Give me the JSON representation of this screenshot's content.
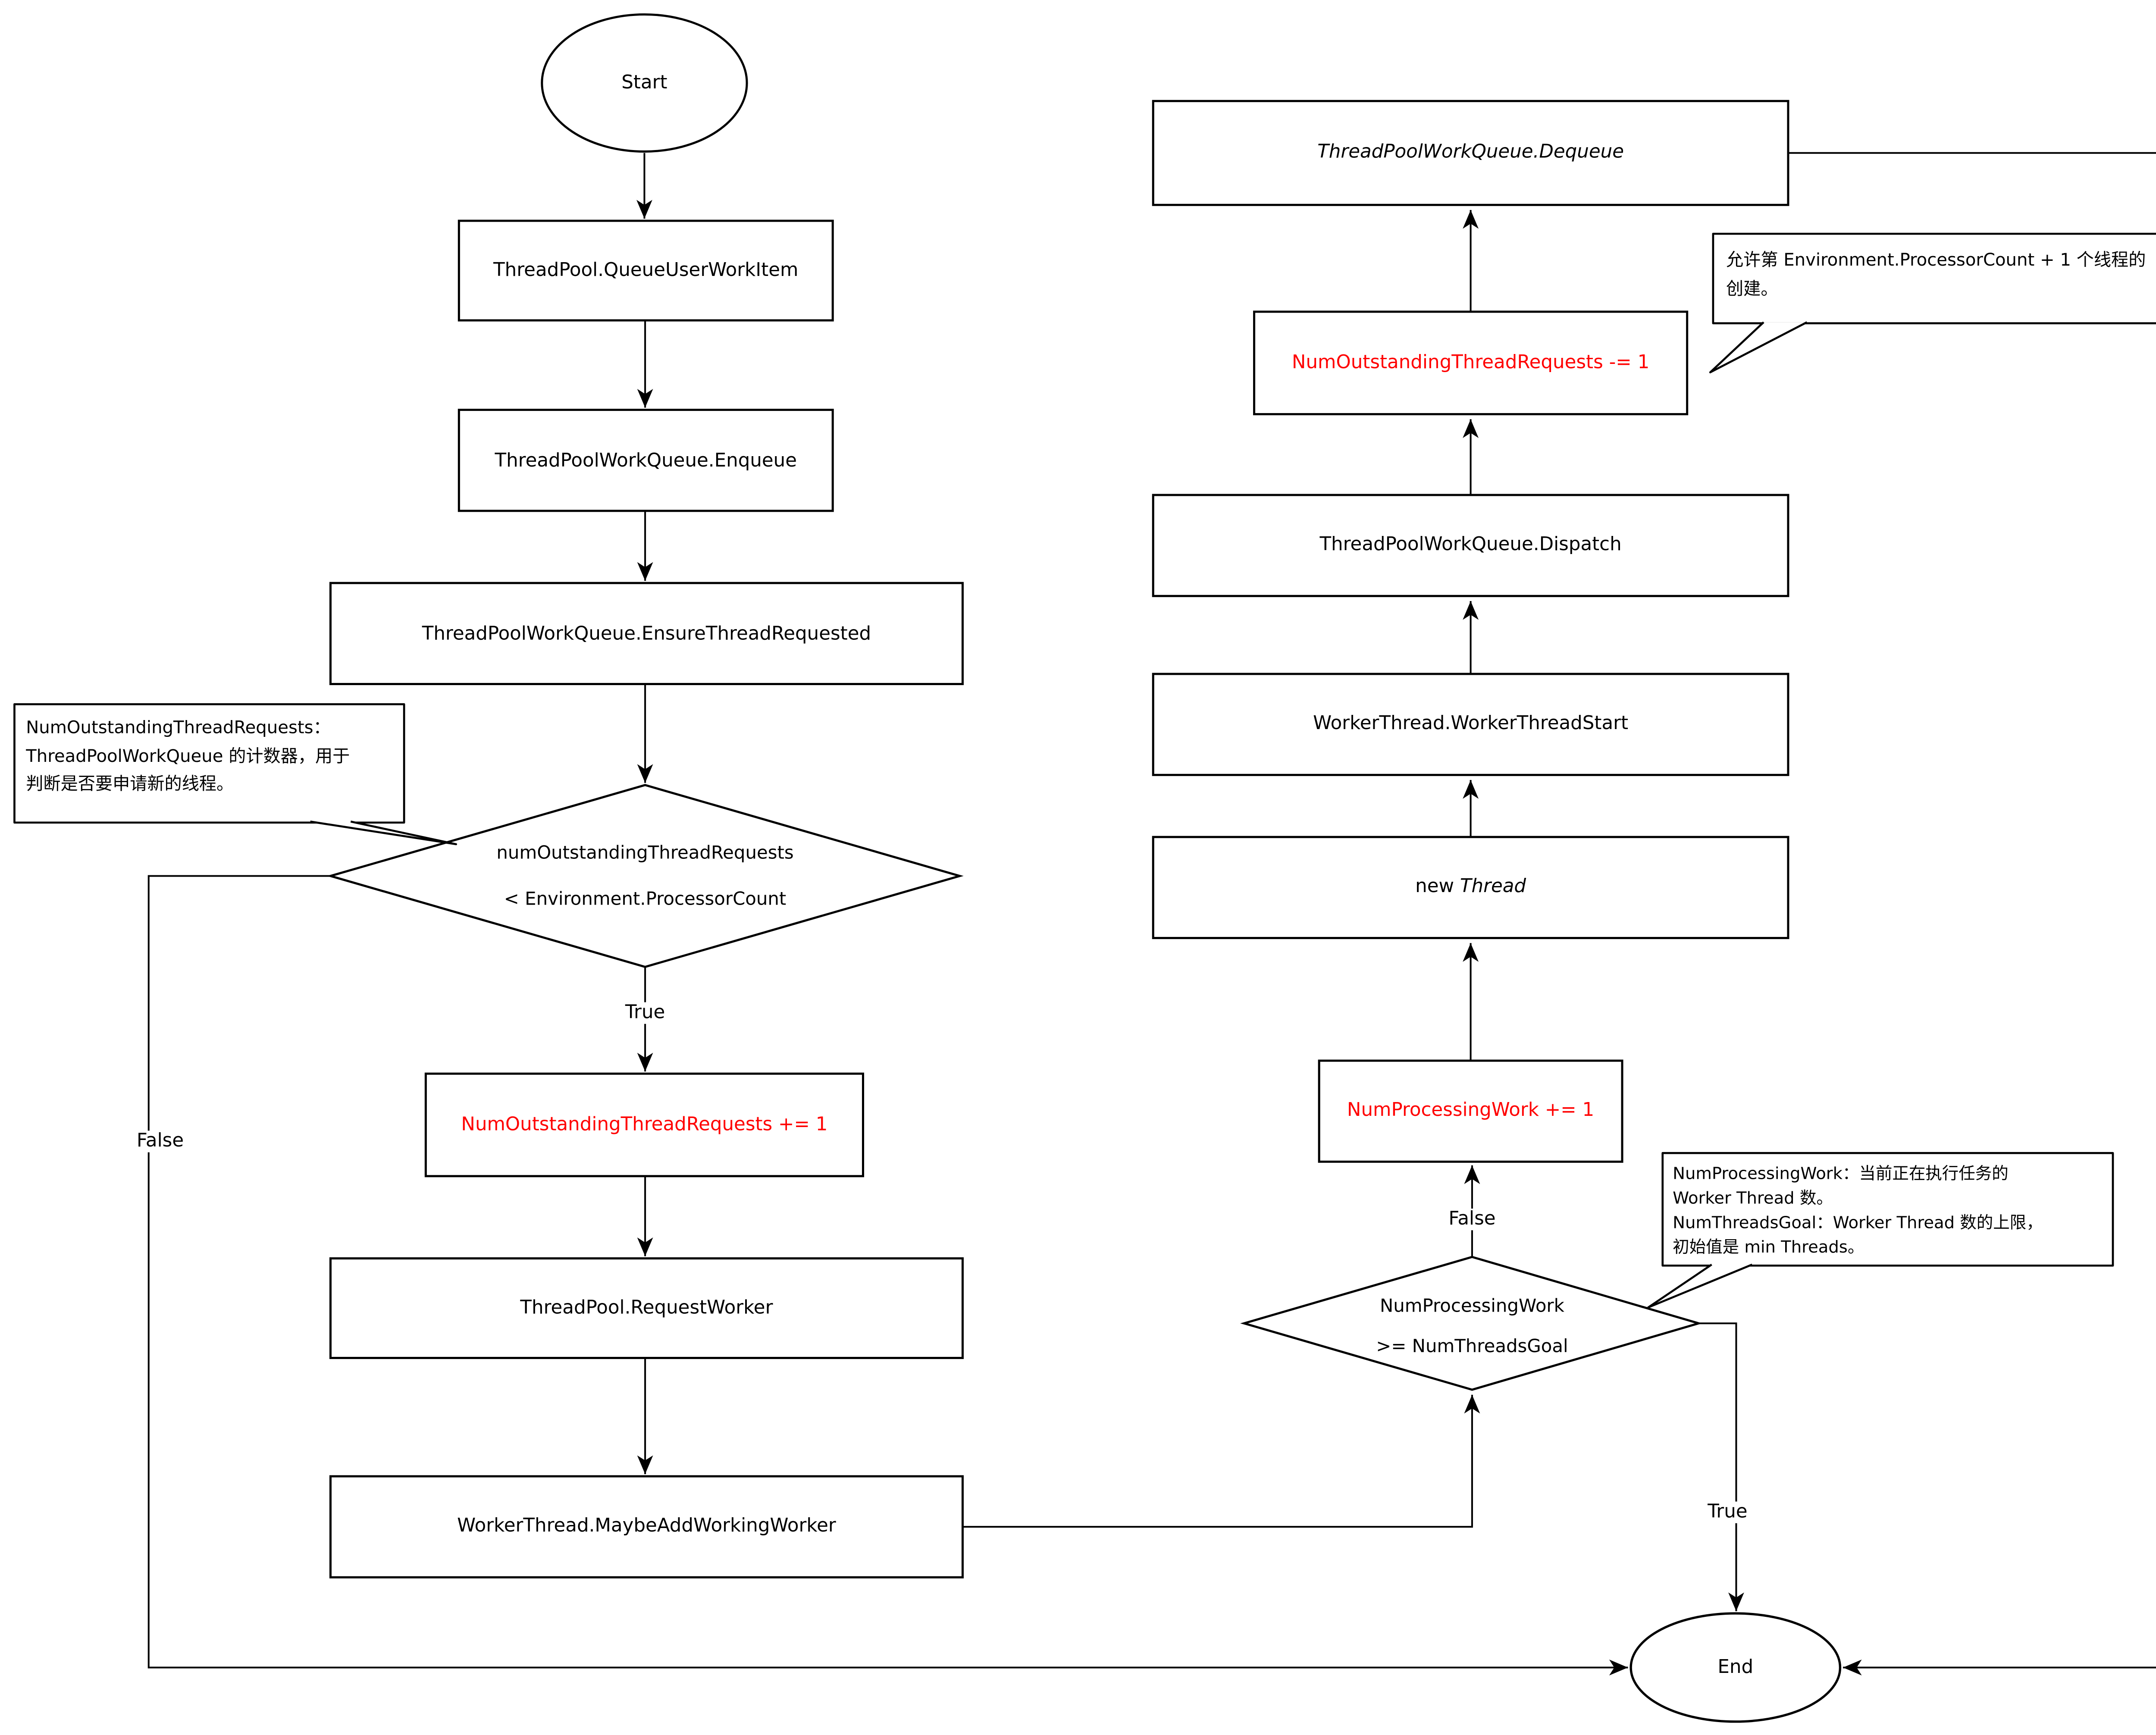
{
  "colors": {
    "background": "#ffffff",
    "stroke": "#000000",
    "accent_red": "#ff0000"
  },
  "nodes": {
    "start": {
      "label": "Start"
    },
    "queue_user_work_item": {
      "label": "ThreadPool.QueueUserWorkItem"
    },
    "enqueue": {
      "label": "ThreadPoolWorkQueue.Enqueue"
    },
    "ensure_thread_requested": {
      "label": "ThreadPoolWorkQueue.EnsureThreadRequested"
    },
    "decision_outstanding": {
      "line1": "numOutstandingThreadRequests",
      "line2": "< Environment.ProcessorCount"
    },
    "num_outstanding_inc": {
      "label": "NumOutstandingThreadRequests += 1"
    },
    "request_worker": {
      "label": "ThreadPool.RequestWorker"
    },
    "maybe_add_working_worker": {
      "label": "WorkerThread.MaybeAddWorkingWorker"
    },
    "dequeue": {
      "label": "ThreadPoolWorkQueue.Dequeue"
    },
    "num_outstanding_dec": {
      "label": "NumOutstandingThreadRequests -= 1"
    },
    "dispatch": {
      "label": "ThreadPoolWorkQueue.Dispatch"
    },
    "worker_thread_start": {
      "label": "WorkerThread.WorkerThreadStart"
    },
    "new_thread": {
      "prefix": "new ",
      "emphasis": "Thread"
    },
    "num_processing_inc": {
      "label": "NumProcessingWork += 1"
    },
    "decision_threads_goal": {
      "line1": "NumProcessingWork",
      "line2": ">= NumThreadsGoal"
    },
    "end": {
      "label": "End"
    }
  },
  "edge_labels": {
    "decision1_true": "True",
    "decision1_false": "False",
    "decision2_false": "False",
    "decision2_true": "True"
  },
  "callouts": {
    "num_outstanding_note": {
      "lines": [
        "NumOutstandingThreadRequests：",
        "ThreadPoolWorkQueue 的计数器，用于",
        "判断是否要申请新的线程。"
      ]
    },
    "processor_count_note": {
      "lines": [
        "允许第 Environment.ProcessorCount + 1 个线程的",
        "创建。"
      ]
    },
    "num_processing_note": {
      "lines": [
        "NumProcessingWork：当前正在执行任务的",
        "Worker Thread 数。",
        "NumThreadsGoal：Worker Thread 数的上限，",
        "初始值是 min Threads。"
      ]
    }
  }
}
